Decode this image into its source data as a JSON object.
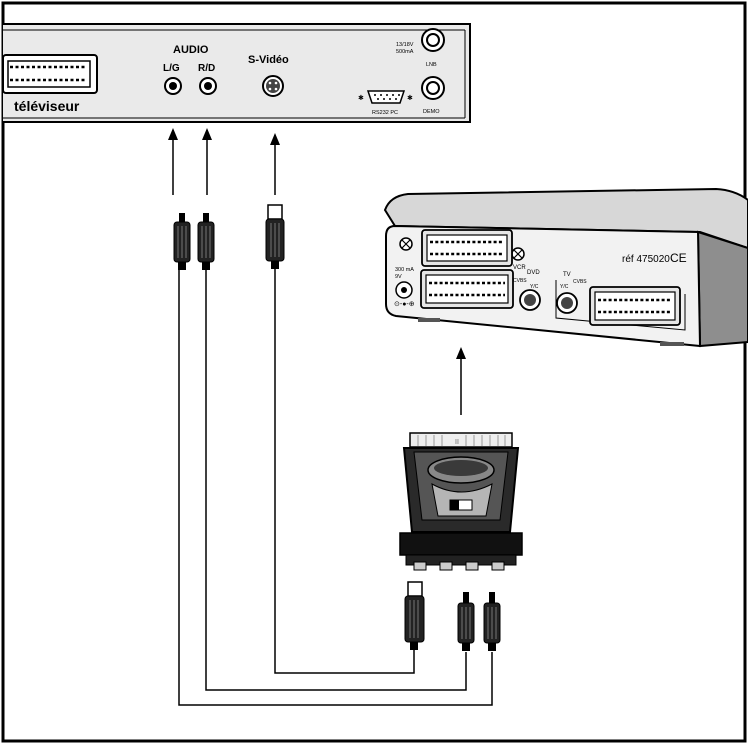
{
  "panel": {
    "tv_label": "téléviseur",
    "audio_label": "AUDIO",
    "left_label": "L/G",
    "right_label": "R/D",
    "svideo_label": "S-Vidéo",
    "power_label_1": "13/18V",
    "power_label_2": "500mA",
    "lnb_label": "LNB",
    "rs232_label": "RS232 PC",
    "demo_label": "DEMO"
  },
  "device": {
    "ref_label": "réf 475020",
    "ce_label": "CE",
    "vcr_label": "VCR",
    "dvd_label": "DVD",
    "cvbs_label": "CVBS",
    "yc_label": "Y/C",
    "tv_label": "TV",
    "cvbs2_label": "CVBS",
    "yc2_label": "Y/C",
    "power_label_1": "300 mA",
    "power_label_2": "9V",
    "adapter_label": "II"
  },
  "colors": {
    "line": "#000000",
    "panel_fill": "#e8e8e8",
    "device_light": "#f0f0f0",
    "device_mid": "#c8c8c8",
    "device_dark": "#8c8c8c"
  }
}
